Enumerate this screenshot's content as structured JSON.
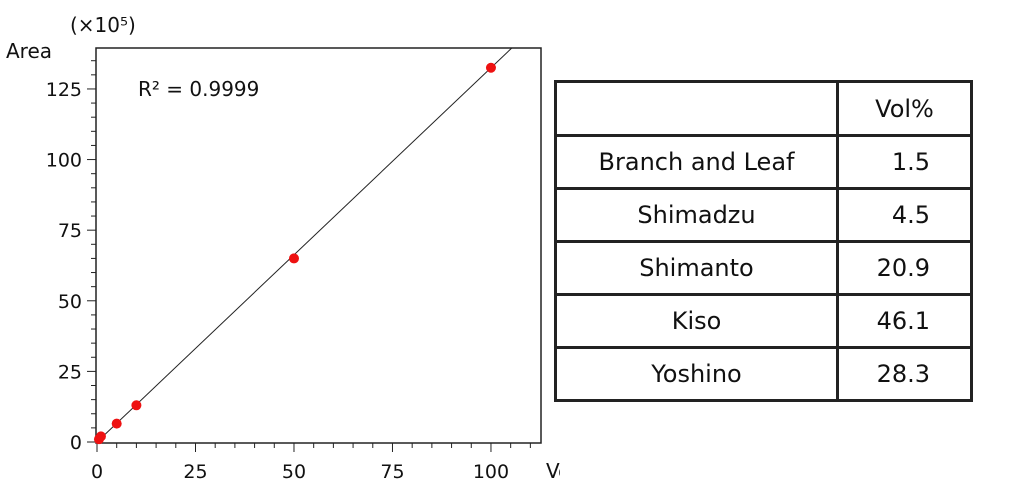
{
  "chart_data": {
    "type": "scatter",
    "title": "",
    "xlabel": "Vol%",
    "ylabel": "Area",
    "y_multiplier": "(×10⁵)",
    "annotation": "R² = 0.9999",
    "xlim": [
      0,
      112.7
    ],
    "ylim": [
      0,
      139.5
    ],
    "xticks": [
      0,
      25,
      50,
      75,
      100
    ],
    "yticks": [
      0,
      25,
      50,
      75,
      100,
      125
    ],
    "minor_tick_step": 5,
    "grid": false,
    "points": {
      "x": [
        0.5,
        1,
        5,
        10,
        50,
        100
      ],
      "y": [
        1,
        2,
        6.5,
        13,
        65,
        132.5
      ]
    },
    "fit_line": {
      "slope": 1.325,
      "intercept": 0
    },
    "point_color": "#ee1111",
    "line_color": "#222222"
  },
  "table": {
    "header": [
      "",
      "Vol%"
    ],
    "rows": [
      {
        "name": "Branch and Leaf",
        "value": "1.5"
      },
      {
        "name": "Shimadzu",
        "value": "4.5"
      },
      {
        "name": "Shimanto",
        "value": "20.9"
      },
      {
        "name": "Kiso",
        "value": "46.1"
      },
      {
        "name": "Yoshino",
        "value": "28.3"
      }
    ]
  }
}
